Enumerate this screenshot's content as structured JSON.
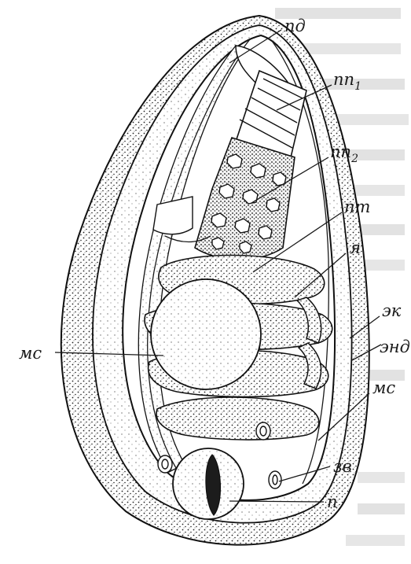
{
  "figure": {
    "labels": {
      "pd": "пд",
      "pp1_main": "пп",
      "pp1_sub": "1",
      "pp2_main": "пп",
      "pp2_sub": "2",
      "pt": "пт",
      "ya": "я",
      "ek": "эк",
      "end": "энд",
      "ms_left": "мс",
      "ms_right": "мс",
      "zv": "зв",
      "p": "п"
    }
  },
  "colors": {
    "ink": "#1a1a1a",
    "paper": "#ffffff",
    "background_text": "#9a9a9a"
  }
}
